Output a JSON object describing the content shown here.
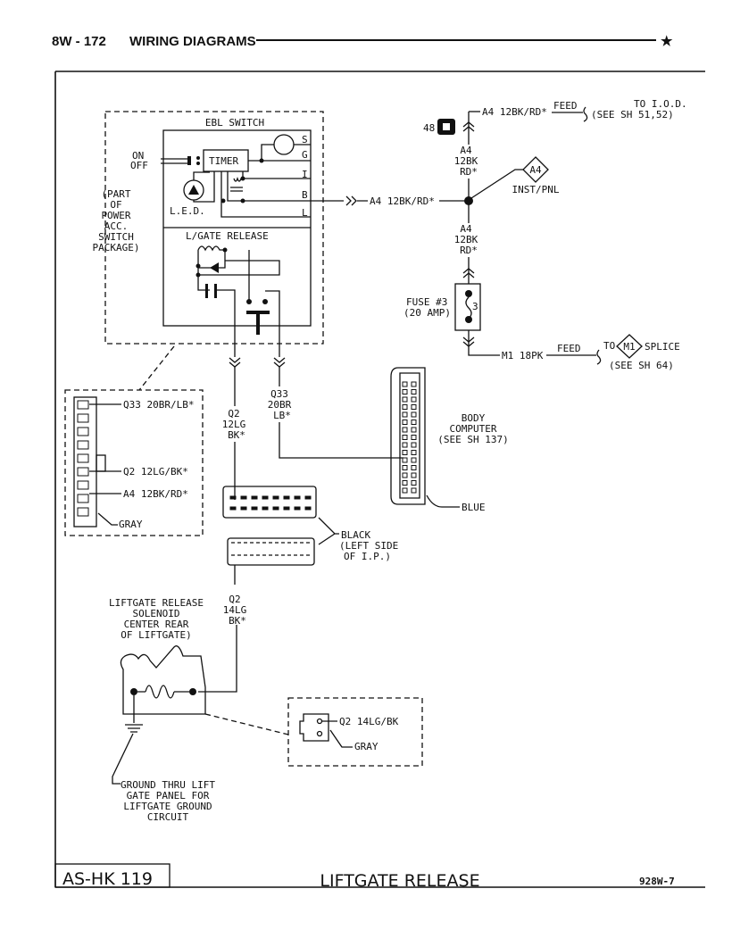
{
  "header": {
    "page": "8W - 172",
    "title": "WIRING DIAGRAMS",
    "star": "★"
  },
  "ebl": {
    "title": "EBL SWITCH",
    "on": "ON",
    "off": "OFF",
    "timer": "TIMER",
    "led": "L.E.D.",
    "pins": [
      "S",
      "G",
      "I",
      "B",
      "L"
    ],
    "package": [
      "(PART",
      "OF",
      "POWER",
      "ACC.",
      "SWITCH",
      "PACKAGE)"
    ],
    "lgate": "L/GATE RELEASE"
  },
  "feed_wire": {
    "label": "A4 12BK/RD*"
  },
  "iod": {
    "wire": "A4 12BK/RD*",
    "feed": "FEED",
    "to": "TO I.O.D.",
    "see": "(SEE SH 51,52)",
    "connector": "48"
  },
  "a4_upper": [
    "A4",
    "12BK",
    "RD*"
  ],
  "a4_lower": [
    "A4",
    "12BK",
    "RD*"
  ],
  "inst": {
    "diamond": "A4",
    "label": "INST/PNL"
  },
  "fuse": {
    "line1": "FUSE #3",
    "line2": "(20 AMP)",
    "num": "3"
  },
  "m1": {
    "wire": "M1 18PK",
    "feed": "FEED",
    "to": "TO",
    "diamond": "M1",
    "splice": "SPLICE",
    "see": "(SEE SH 64)"
  },
  "q2_upper": [
    "Q2",
    "12LG",
    "BK*"
  ],
  "q33": [
    "Q33",
    "20BR",
    "LB*"
  ],
  "body_computer": {
    "lines": [
      "BODY",
      "COMPUTER",
      "(SEE SH 137)"
    ],
    "color": "BLUE"
  },
  "detail_left": {
    "q33": "Q33 20BR/LB*",
    "q2": "Q2 12LG/BK*",
    "a4": "A4 12BK/RD*",
    "color": "GRAY"
  },
  "black_conn": {
    "lines": [
      "BLACK",
      "(LEFT SIDE",
      "OF I.P.)"
    ]
  },
  "q2_lower": [
    "Q2",
    "14LG",
    "BK*"
  ],
  "solenoid": {
    "lines": [
      "LIFTGATE RELEASE",
      "SOLENOID",
      "CENTER REAR",
      "OF LIFTGATE)"
    ]
  },
  "ground": {
    "lines": [
      "GROUND THRU LIFT",
      "GATE PANEL FOR",
      "LIFTGATE GROUND",
      "CIRCUIT"
    ]
  },
  "detail_gray": {
    "wire": "Q2 14LG/BK",
    "color": "GRAY"
  },
  "footer": {
    "code": "AS-HK 119",
    "title": "LIFTGATE RELEASE",
    "ref": "928W-7"
  }
}
